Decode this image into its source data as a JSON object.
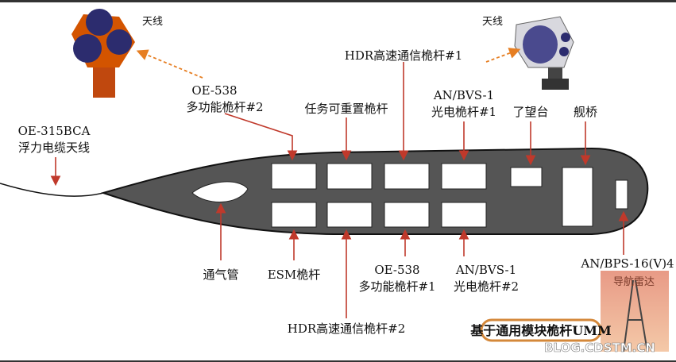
{
  "labels": {
    "antenna_left": "天线",
    "antenna_right": "天线",
    "oe538_2_line1": "OE-538",
    "oe538_2_line2": "多功能桅杆#2",
    "hdr1": "HDR高速通信桅杆#1",
    "mission": "任务可重置桅杆",
    "bvs1_line1": "AN/BVS-1",
    "bvs1_line2": "光电桅杆#1",
    "lookout": "了望台",
    "bridge": "舰桥",
    "oe315_line1": "OE-315BCA",
    "oe315_line2": "浮力电缆天线",
    "snorkel": "通气管",
    "esm": "ESM桅杆",
    "oe538_1_line1": "OE-538",
    "oe538_1_line2": "多功能桅杆#1",
    "bvs2_line1": "AN/BVS-1",
    "bvs2_line2": "光电桅杆#2",
    "bps_line1": "AN/BPS-16(V)4",
    "bps_line2": "导航雷达",
    "hdr2": "HDR高速通信桅杆#2",
    "title": "基于通用模块桅杆UMM",
    "watermark": "BLOG.CDSTM.CN"
  },
  "colors": {
    "hull": "#555555",
    "arrow": "#c0392b",
    "dashed": "#e67e22",
    "antenna_body": "#d35400",
    "antenna_dish": "#2c2c6e"
  }
}
